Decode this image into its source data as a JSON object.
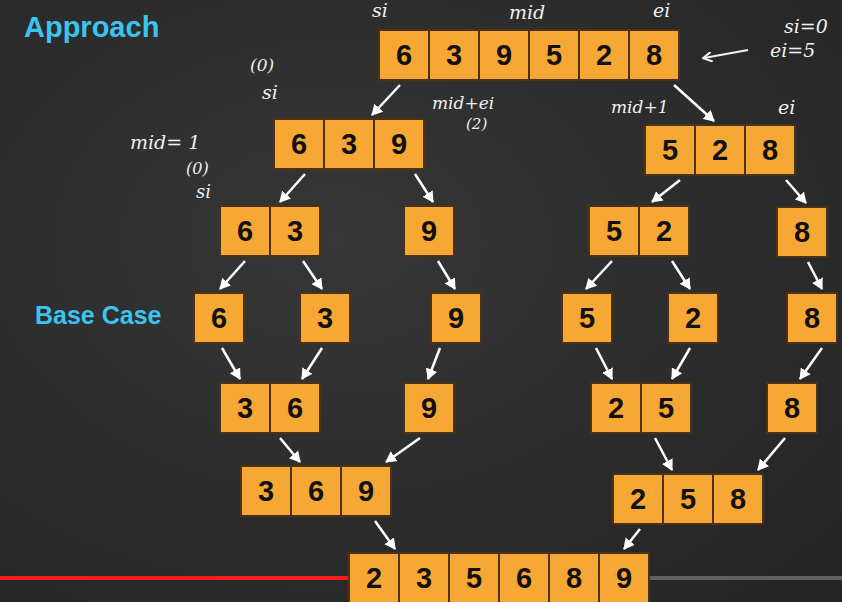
{
  "diagram": {
    "title": "Approach",
    "nodes": [
      {
        "text": [
          "6",
          "3",
          "9",
          "5",
          "2",
          "8"
        ]
      },
      {
        "text": [
          "6",
          "3",
          "9"
        ]
      },
      {
        "text": [
          "5",
          "2",
          "8"
        ]
      },
      {
        "text": [
          "6",
          "3"
        ]
      },
      {
        "text": [
          "9"
        ]
      },
      {
        "text": [
          "5",
          "2"
        ]
      },
      {
        "text": [
          "8"
        ]
      },
      {
        "text": [
          "6"
        ]
      },
      {
        "text": [
          "3"
        ]
      },
      {
        "text": [
          "9"
        ]
      },
      {
        "text": [
          "5"
        ]
      },
      {
        "text": [
          "2"
        ]
      },
      {
        "text": [
          "8"
        ]
      },
      {
        "text": [
          "3",
          "6"
        ]
      },
      {
        "text": [
          "9"
        ]
      },
      {
        "text": [
          "2",
          "5"
        ]
      },
      {
        "text": [
          "8"
        ]
      },
      {
        "text": [
          "3",
          "6",
          "9"
        ]
      },
      {
        "text": [
          "2",
          "5",
          "8"
        ]
      },
      {
        "text": [
          "2",
          "3",
          "5",
          "6",
          "8",
          "9"
        ]
      }
    ],
    "edges": [
      {
        "from": 0,
        "to": 1,
        "arrow": "to"
      },
      {
        "from": 0,
        "to": 2,
        "arrow": "to"
      },
      {
        "from": 1,
        "to": 3,
        "arrow": "to"
      },
      {
        "from": 1,
        "to": 4,
        "arrow": "to"
      },
      {
        "from": 2,
        "to": 5,
        "arrow": "to"
      },
      {
        "from": 2,
        "to": 6,
        "arrow": "to"
      },
      {
        "from": 3,
        "to": 7,
        "arrow": "to"
      },
      {
        "from": 3,
        "to": 8,
        "arrow": "to"
      },
      {
        "from": 4,
        "to": 9,
        "arrow": "to"
      },
      {
        "from": 5,
        "to": 10,
        "arrow": "to"
      },
      {
        "from": 5,
        "to": 11,
        "arrow": "to"
      },
      {
        "from": 6,
        "to": 12,
        "arrow": "to"
      },
      {
        "from": 7,
        "to": 13,
        "arrow": "to"
      },
      {
        "from": 8,
        "to": 13,
        "arrow": "to"
      },
      {
        "from": 9,
        "to": 14,
        "arrow": "to"
      },
      {
        "from": 10,
        "to": 15,
        "arrow": "to"
      },
      {
        "from": 11,
        "to": 15,
        "arrow": "to"
      },
      {
        "from": 12,
        "to": 16,
        "arrow": "to"
      },
      {
        "from": 13,
        "to": 17,
        "arrow": "to"
      },
      {
        "from": 14,
        "to": 17,
        "arrow": "to"
      },
      {
        "from": 15,
        "to": 18,
        "arrow": "to"
      },
      {
        "from": 16,
        "to": 18,
        "arrow": "to"
      },
      {
        "from": 17,
        "to": 19,
        "arrow": "to"
      },
      {
        "from": 18,
        "to": 19,
        "arrow": "to"
      }
    ],
    "labels": [
      "Base Case",
      "si",
      "mid",
      "ei",
      "si=0",
      "ei=5",
      "(0)",
      "si",
      "mid+ei",
      "(2)",
      "mid= 1",
      "(0)",
      "si",
      "mid+1",
      "ei"
    ]
  }
}
